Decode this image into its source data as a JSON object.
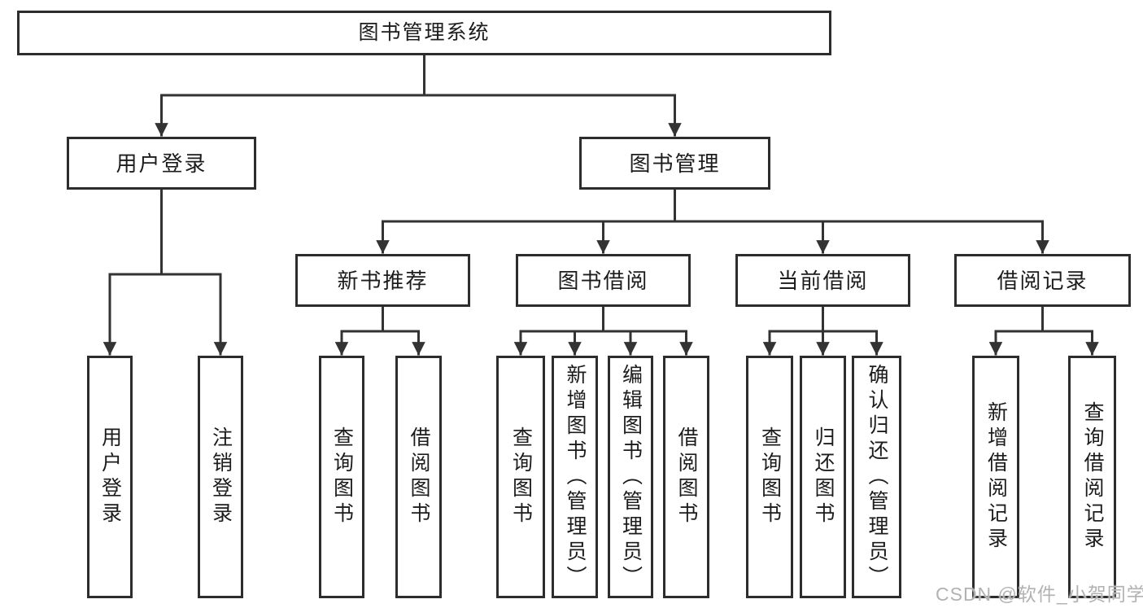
{
  "root": {
    "label": "图书管理系统"
  },
  "branches": {
    "user": {
      "label": "用户登录",
      "children": [
        "用户登录",
        "注销登录"
      ]
    },
    "books": {
      "label": "图书管理",
      "modules": [
        {
          "label": "新书推荐",
          "children": [
            "查询图书",
            "借阅图书"
          ]
        },
        {
          "label": "图书借阅",
          "children": [
            "查询图书",
            "新增图书（管理员）",
            "编辑图书（管理员）",
            "借阅图书"
          ]
        },
        {
          "label": "当前借阅",
          "children": [
            "查询图书",
            "归还图书",
            "确认归还（管理员）"
          ]
        },
        {
          "label": "借阅记录",
          "children": [
            "新增借阅记录",
            "查询借阅记录"
          ]
        }
      ]
    }
  },
  "watermark": "CSDN @软件_小贺同学",
  "colors": {
    "line": "#333333",
    "box_border": "#2d2d2d",
    "text": "#1c1c1c",
    "watermark": "#b2b2b2",
    "background": "#ffffff"
  }
}
